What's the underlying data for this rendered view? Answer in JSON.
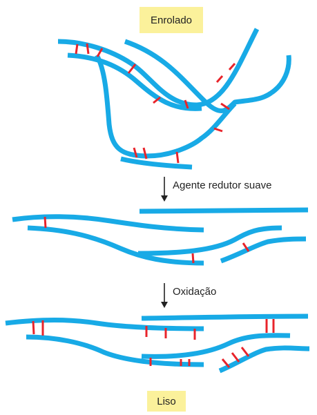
{
  "labels": {
    "top_state": "Enrolado",
    "step_reduce": "Agente redutor suave",
    "step_oxidize": "Oxidação",
    "bottom_state": "Liso"
  },
  "colors": {
    "strand": "#18aae6",
    "disulfide_bond": "#e8242b",
    "label_background": "#fbf19b",
    "arrow": "#222222"
  }
}
